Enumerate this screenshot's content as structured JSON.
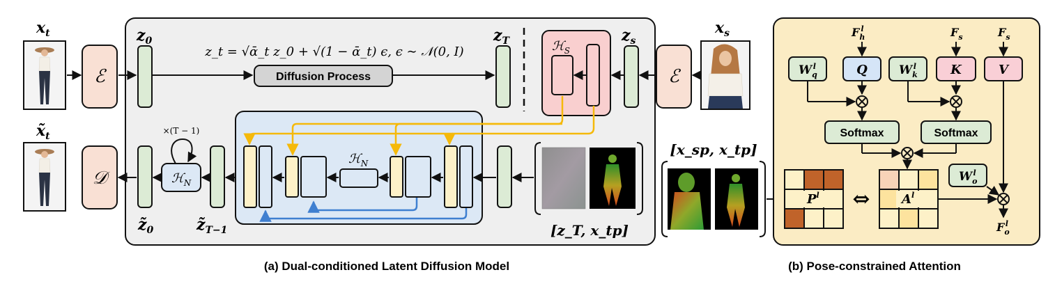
{
  "labels": {
    "x_t": "x",
    "x_t_sub": "t",
    "x_s": "x",
    "x_s_sub": "s",
    "x_t_tilde": "x̃",
    "x_t_tilde_sub": "t",
    "z0": "z",
    "z0_sub": "0",
    "zT": "z",
    "zT_sub": "T",
    "zs": "z",
    "zs_sub": "s",
    "z0_tilde": "z̃",
    "z0_tilde_sub": "0",
    "zT1_tilde": "z̃",
    "zT1_tilde_sub": "T−1",
    "encoder": "ℰ",
    "decoder": "𝒟",
    "HS": "ℋ",
    "HS_sub": "S",
    "HN": "ℋ",
    "HN_sub": "N",
    "loop_count": "×(T − 1)",
    "equation": "z_t = √ᾱ_t z_0 + √(1 − ᾱ_t) ϵ, ϵ ∼ 𝒩(0, I)",
    "diffusion_process": "Diffusion Process",
    "zT_xtp": "[z_T, x_tp]",
    "xsp_xtp": "[x_sp, x_tp]"
  },
  "attention": {
    "Fh": "F",
    "Fh_sub": "h",
    "Fh_sup": "l",
    "Fs1": "F",
    "Fs1_sub": "s",
    "Fs2": "F",
    "Fs2_sub": "s",
    "Wq": "W",
    "Wq_sub": "q",
    "Wq_sup": "l",
    "Q": "Q",
    "Wk": "W",
    "Wk_sub": "k",
    "Wk_sup": "l",
    "K": "K",
    "V": "V",
    "softmax1": "Softmax",
    "softmax2": "Softmax",
    "Wo": "W",
    "Wo_sub": "o",
    "Wo_sup": "l",
    "Pl": "P",
    "Pl_sup": "l",
    "Al": "A",
    "Al_sup": "l",
    "Fo": "F",
    "Fo_sub": "o",
    "Fo_sup": "l",
    "otimes": "⊗",
    "arrow_both": "⇔"
  },
  "captions": {
    "a": "(a) Dual-conditioned Latent Diffusion Model",
    "b": "(b) Pose-constrained Attention"
  },
  "colors": {
    "encoder_fill": "#f9e0d4",
    "latent_fill": "#dcebd5",
    "hs_fill": "#f9cfcf",
    "unet_fill": "#dce8f5",
    "feature_fill": "#fdf1c8",
    "panel_b_fill": "#fbecc4",
    "gray_panel": "#efefef",
    "q_fill": "#d5e5f7",
    "k_fill": "#f9cfd6",
    "p_dark": "#c0632a",
    "a_light": "#f8d3b8",
    "a_mid": "#fde39e",
    "yellow_arrow": "#f5b90a",
    "blue_arrow": "#3f7fd0"
  }
}
